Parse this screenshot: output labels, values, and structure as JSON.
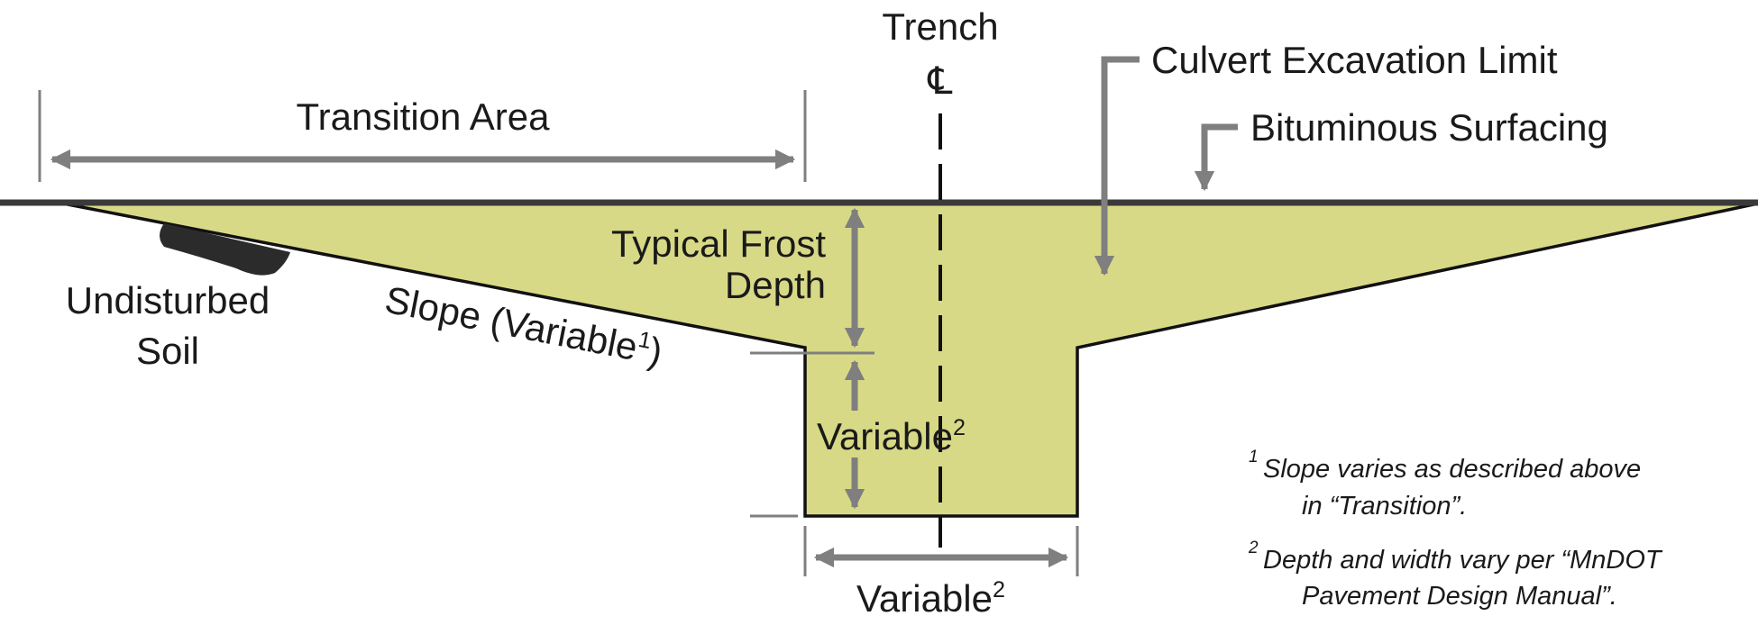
{
  "colors": {
    "fill": "#d8d986",
    "outline": "#111111",
    "surface": "#3a3a3a",
    "dimension": "#7f7f7f",
    "soil": "#2b2b2b",
    "background": "#ffffff"
  },
  "labels": {
    "trench": "Trench",
    "centerline_symbol": "℄",
    "transition_area": "Transition Area",
    "culvert_limit": "Culvert Excavation Limit",
    "bituminous": "Bituminous Surfacing",
    "frost_line1": "Typical Frost",
    "frost_line2": "Depth",
    "undisturbed_line1": "Undisturbed",
    "undisturbed_line2": "Soil",
    "slope_text": "Slope (Variable",
    "slope_sup": "1",
    "slope_close": ")",
    "variable_text": "Variable",
    "variable_sup": "2",
    "width_text": "Variable",
    "width_sup": "2"
  },
  "notes": [
    {
      "marker": "1",
      "line1": "Slope varies as described above",
      "line2": "in “Transition”."
    },
    {
      "marker": "2",
      "line1": "Depth and width vary per “MnDOT",
      "line2": "Pavement Design Manual”."
    }
  ],
  "icons": {
    "centerline": "centerline-icon",
    "soil": "soil-blob-icon",
    "arrow": "arrowhead-icon"
  }
}
